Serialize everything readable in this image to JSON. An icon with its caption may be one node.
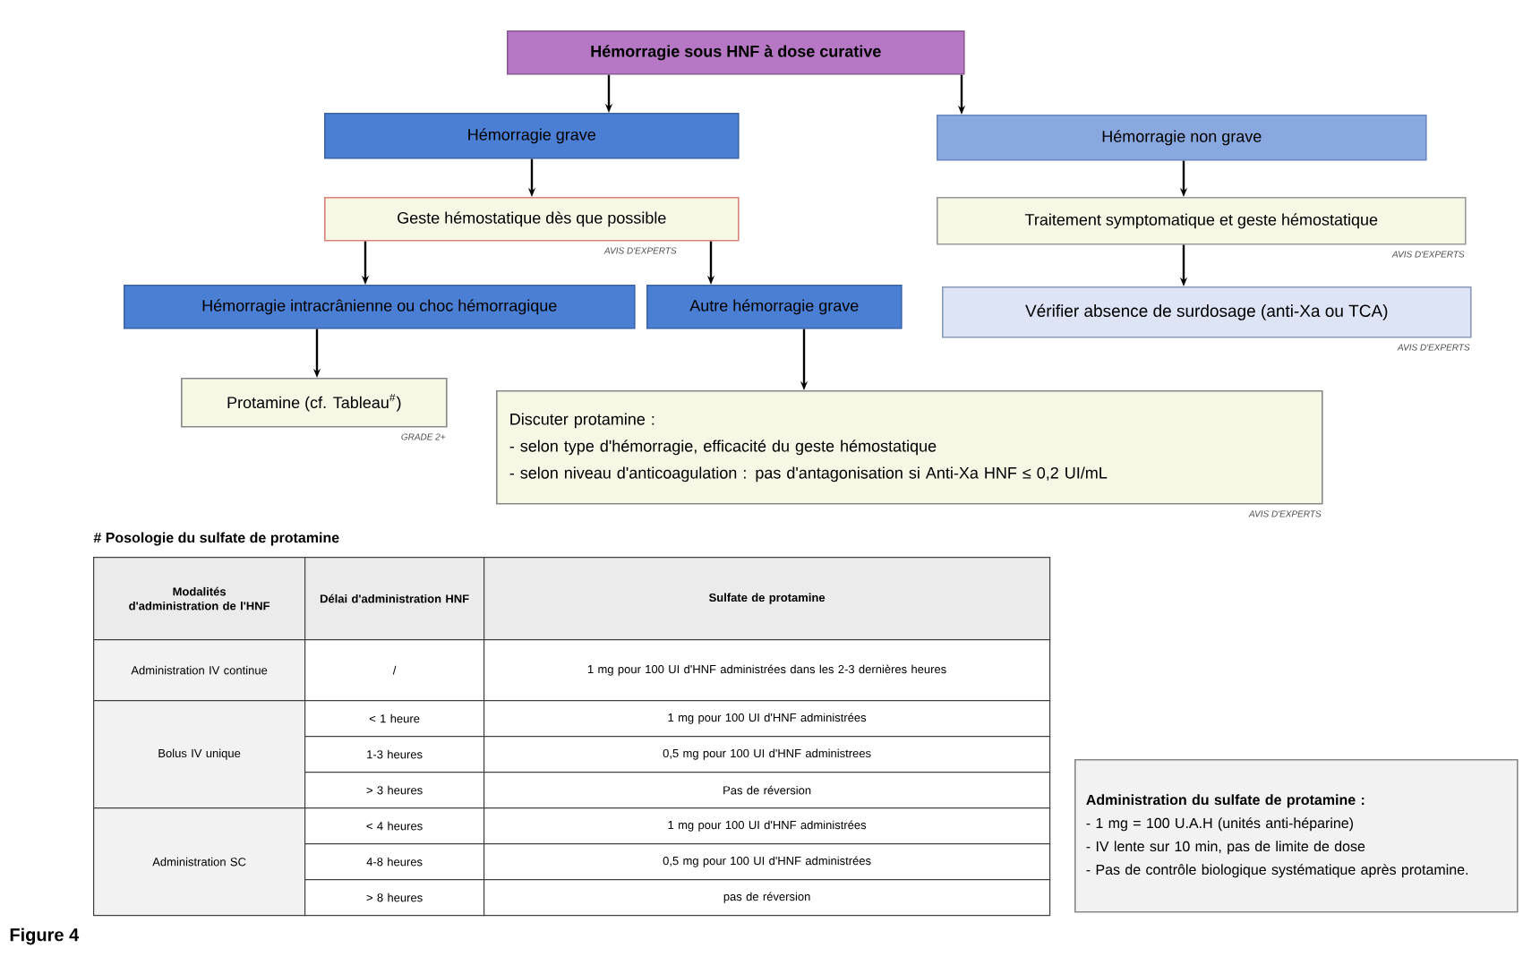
{
  "diagram": {
    "nodes": [
      {
        "text": [
          "Hémorragie sous HNF à dose curative"
        ]
      },
      {
        "text": [
          "Hémorragie grave"
        ]
      },
      {
        "text": [
          "Hémorragie non grave"
        ]
      },
      {
        "text": [
          "Geste hémostatique dès que possible"
        ],
        "beside": [
          "AVIS D'EXPERTS"
        ]
      },
      {
        "text": [
          "Traitement symptomatique et geste hémostatique"
        ],
        "beside": [
          "AVIS D'EXPERTS"
        ]
      },
      {
        "text": [
          "Hémorragie intracrânienne ou choc hémorragique"
        ]
      },
      {
        "text": [
          "Autre hémorragie grave"
        ]
      },
      {
        "text": [
          "Vérifier absence de surdosage (anti-Xa ou TCA)"
        ],
        "beside": [
          "AVIS D'EXPERTS"
        ]
      },
      {
        "text": [
          "Protamine (cf. Tableau$^{#}$)"
        ],
        "beside": [
          "GRADE 2+"
        ]
      },
      {
        "text": [
          "Discuter protamine :",
          "- selon type d'hémorragie, efficacité du geste hémostatique",
          "- selon niveau d'anticoagulation : pas d'antagonisation si Anti-Xa HNF ≤ 0,2 UI/mL"
        ],
        "beside": [
          "AVIS D'EXPERTS"
        ]
      },
      {
        "text": [
          "Administration du sulfate de protamine :",
          "- 1 mg = 100 U.A.H (unités anti-héparine)",
          "- IV lente sur 10 min, pas de limite de dose",
          "- Pas de contrôle biologique systématique après protamine."
        ]
      }
    ],
    "edges": [
      {
        "from": 0,
        "to": 1,
        "arrow": "to"
      },
      {
        "from": 0,
        "to": 2,
        "arrow": "to"
      },
      {
        "from": 1,
        "to": 3,
        "arrow": "to"
      },
      {
        "from": 2,
        "to": 4,
        "arrow": "to"
      },
      {
        "from": 3,
        "to": 5,
        "arrow": "to"
      },
      {
        "from": 3,
        "to": 6,
        "arrow": "to"
      },
      {
        "from": 4,
        "to": 7,
        "arrow": "to"
      },
      {
        "from": 5,
        "to": 8,
        "arrow": "to"
      },
      {
        "from": 6,
        "to": 9,
        "arrow": "to"
      }
    ],
    "labels": [
      "# Posologie du sulfate de protamine",
      "Modalités d'administration de l'HNF",
      "Délai d'administration HNF",
      "Sulfate de protamine",
      "Administration IV continue",
      "/",
      "1 mg pour 100 UI d'HNF administrées dans les 2-3 dernières heures",
      "Bolus IV unique",
      "< 1 heure",
      "1 mg pour 100 UI d'HNF administrées",
      "1-3 heures",
      "0,5 mg pour 100 UI d'HNF administrees",
      "> 3 heures",
      "Pas de réversion",
      "Administration SC",
      "< 4 heures",
      "1 mg pour 100 UI d'HNF administrées",
      "4-8 heures",
      "0,5 mg pour 100 UI d'HNF administrées",
      "> 8 heures",
      "pas de réversion",
      "Figure 4"
    ]
  }
}
